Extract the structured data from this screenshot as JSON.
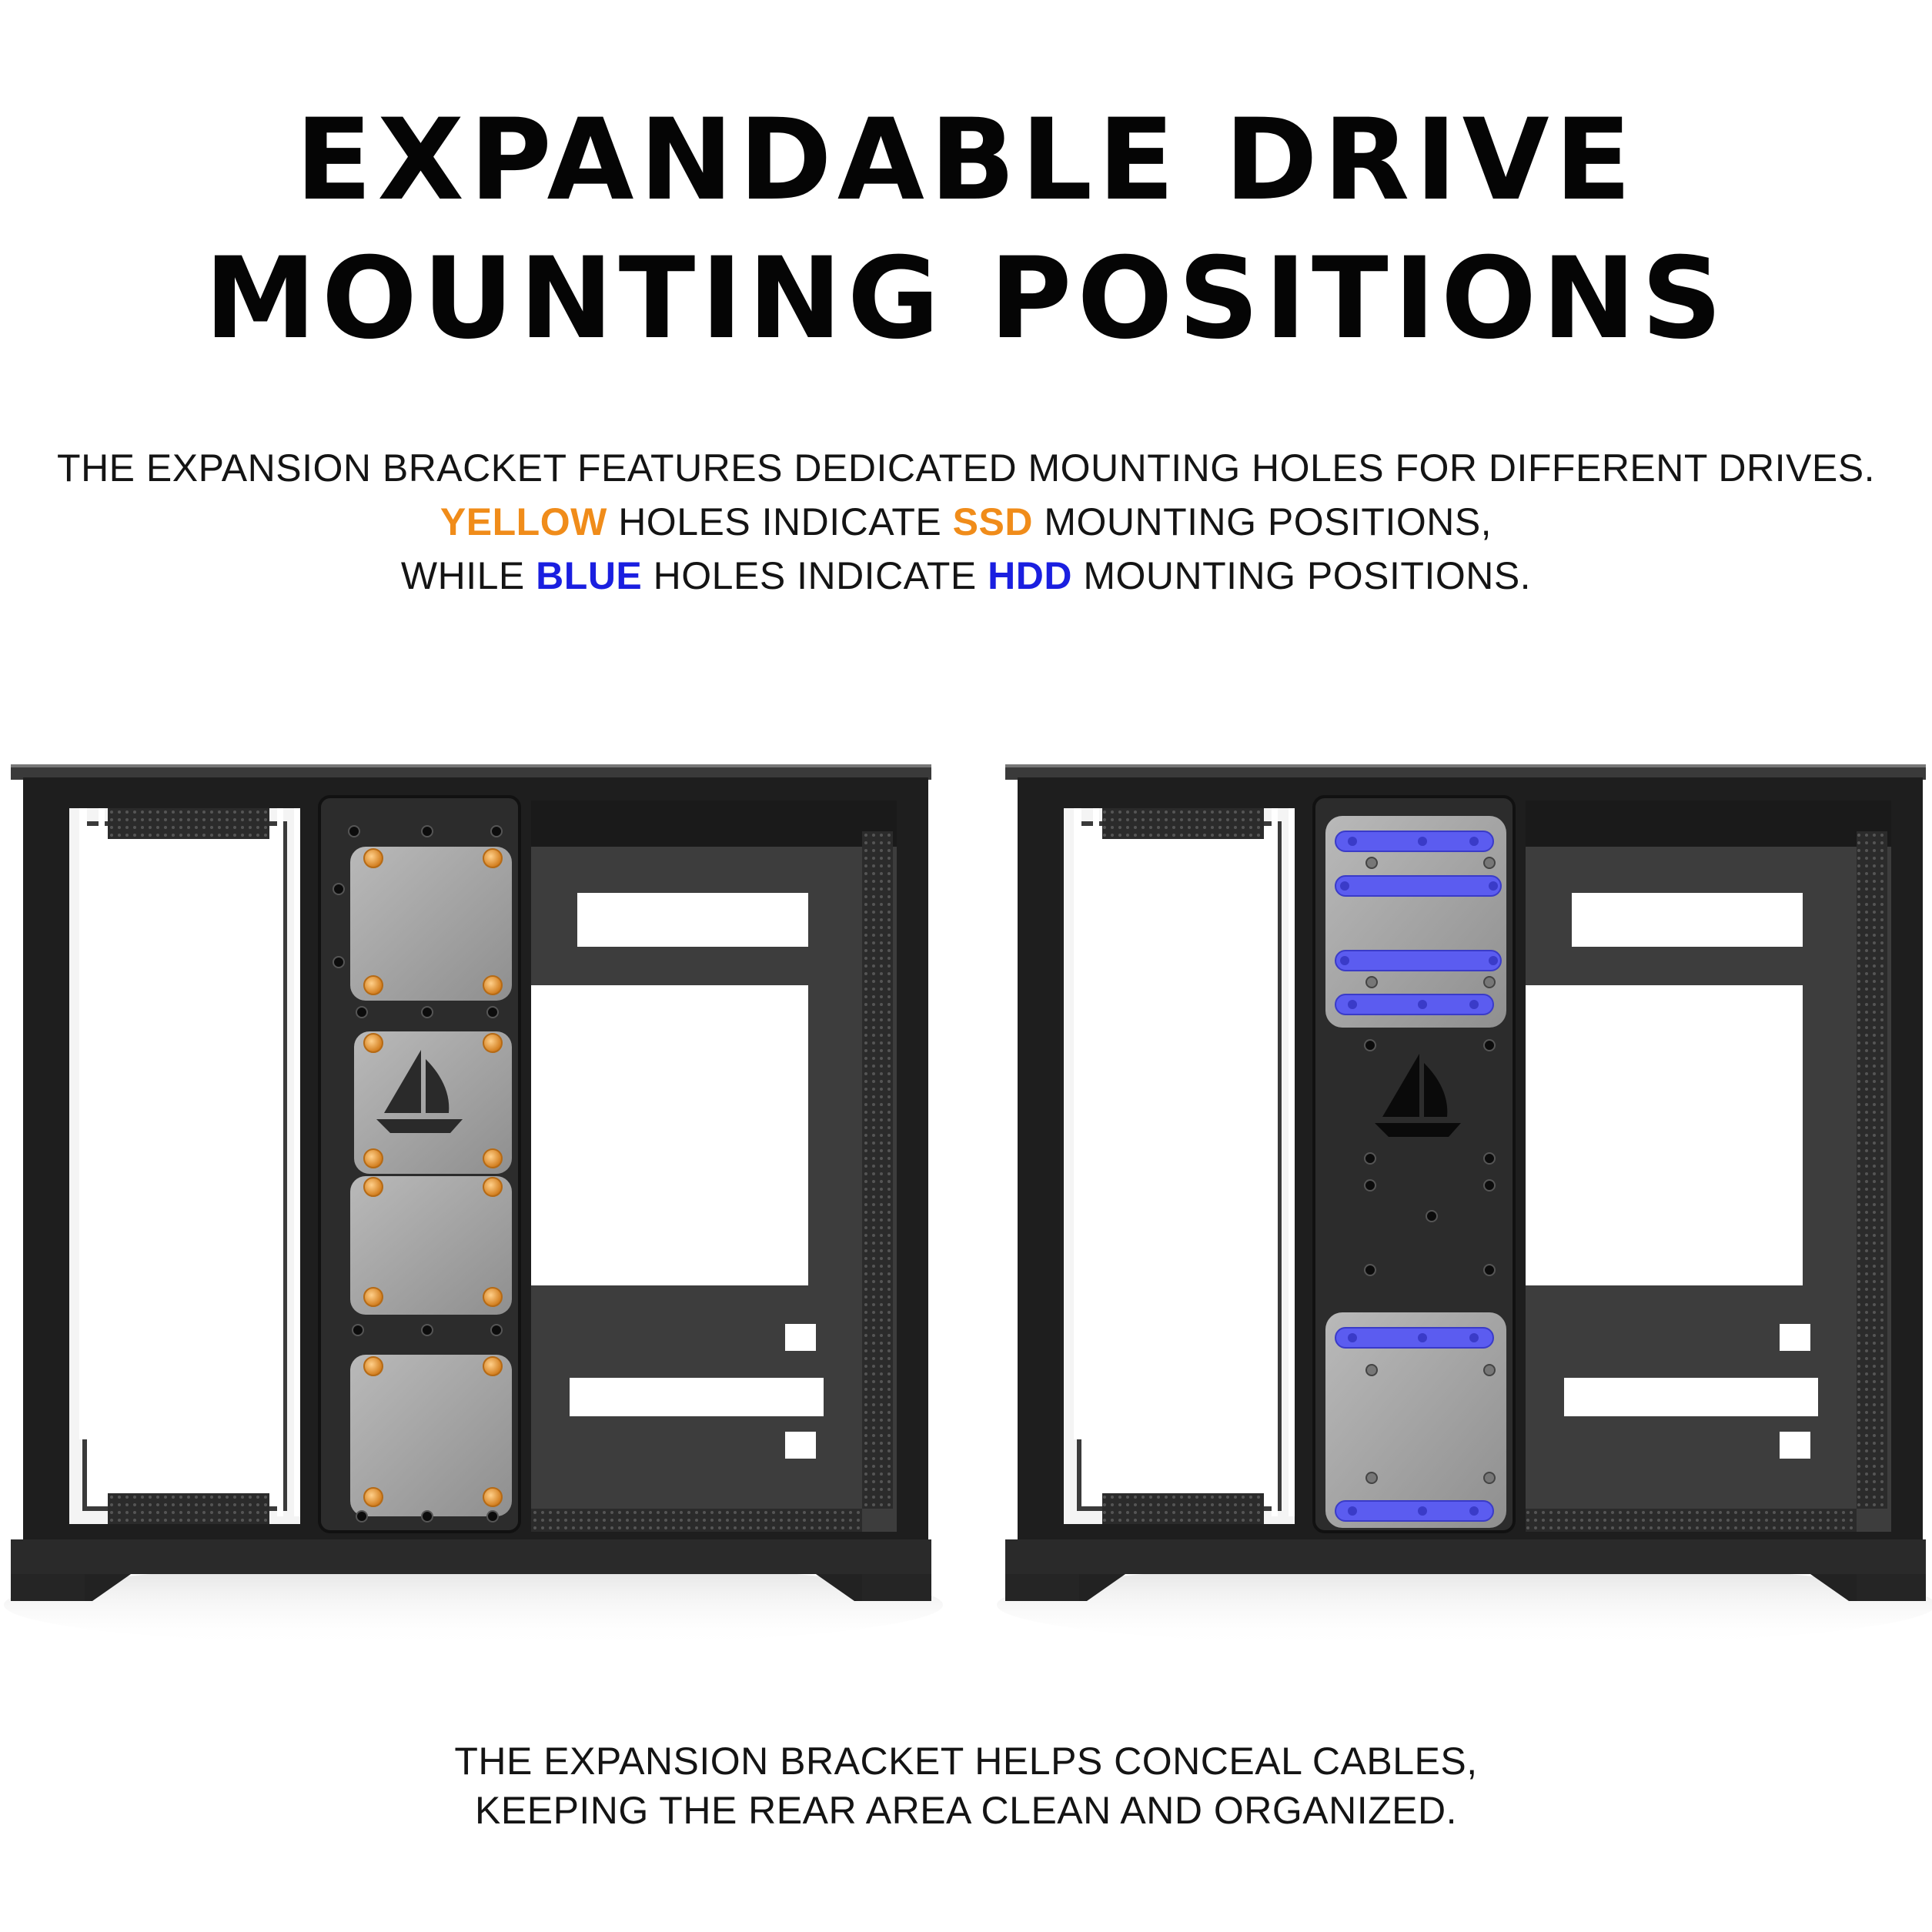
{
  "title": {
    "line1": "EXPANDABLE DRIVE",
    "line2": "MOUNTING POSITIONS"
  },
  "description": {
    "line1": "THE EXPANSION BRACKET FEATURES DEDICATED MOUNTING HOLES FOR DIFFERENT DRIVES.",
    "line2_highlight1": "YELLOW",
    "line2_mid": " HOLES INDICATE ",
    "line2_highlight2": "SSD",
    "line2_end": " MOUNTING POSITIONS,",
    "line3_start": "WHILE ",
    "line3_highlight1": "BLUE",
    "line3_mid": " HOLES INDICATE ",
    "line3_highlight2": "HDD",
    "line3_end": " MOUNTING POSITIONS."
  },
  "bottom_text": {
    "line1": "THE EXPANSION BRACKET HELPS CONCEAL CABLES,",
    "line2": "KEEPING THE REAR AREA CLEAN AND ORGANIZED."
  },
  "colors": {
    "ssd_highlight": "#f08c1a",
    "hdd_highlight": "#1a1fe0",
    "case_body": "#2a2a2a",
    "bracket_plate": "#a8a8a8"
  },
  "illustrations": {
    "left": "pc-case-ssd-bracket",
    "right": "pc-case-hdd-bracket",
    "logo_icon": "sailboat-logo-icon"
  }
}
